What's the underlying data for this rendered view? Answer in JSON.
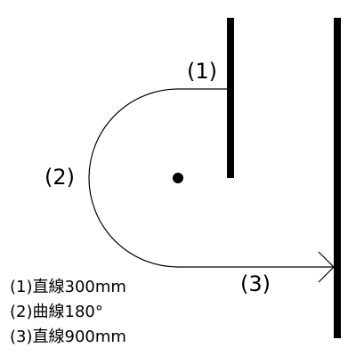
{
  "diagram": {
    "labels": {
      "straight_1": "(1)",
      "curve_2": "(2)",
      "straight_3": "(3)"
    },
    "legend": [
      "(1)直線300mm",
      "(2)曲線180°",
      "(3)直線900mm"
    ],
    "colors": {
      "stroke": "#000000",
      "background": "#ffffff"
    }
  }
}
